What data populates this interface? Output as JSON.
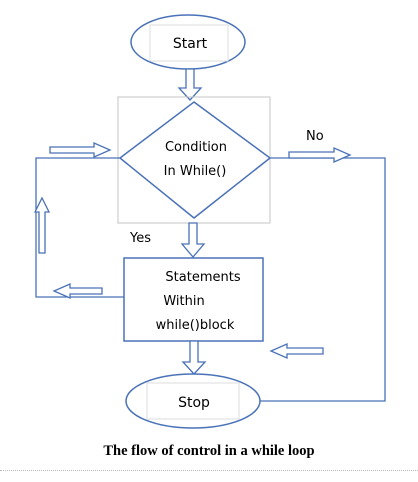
{
  "diagram": {
    "start_label": "Start",
    "condition_line1": "Condition",
    "condition_line2": "In While()",
    "statements_line1": "Statements",
    "statements_line2": "Within",
    "statements_line3": "while()block",
    "stop_label": "Stop",
    "yes_label": "Yes",
    "no_label": "No",
    "caption": "The flow of control in a while loop",
    "colors": {
      "stroke": "#4a72b8",
      "arrow_fill": "#ffffff",
      "frame": "#c4c4c4",
      "inner_box": "#dddddd",
      "text": "#000000"
    },
    "icons": [
      "block-arrow-icon"
    ]
  }
}
